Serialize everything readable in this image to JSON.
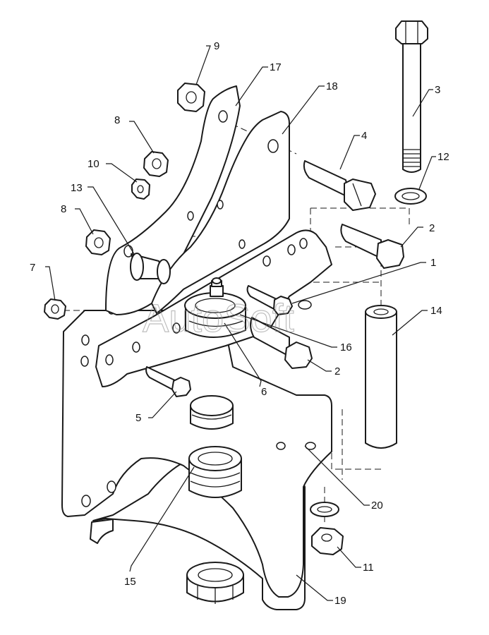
{
  "watermark": "AutoSoft",
  "callouts": {
    "c1": "1",
    "c2a": "2",
    "c2b": "2",
    "c3": "3",
    "c4": "4",
    "c5": "5",
    "c6": "6",
    "c7": "7",
    "c8a": "8",
    "c8b": "8",
    "c9": "9",
    "c10": "10",
    "c11": "11",
    "c12": "12",
    "c13": "13",
    "c14": "14",
    "c15": "15",
    "c16": "16",
    "c17": "17",
    "c18": "18",
    "c19": "19",
    "c20": "20"
  }
}
